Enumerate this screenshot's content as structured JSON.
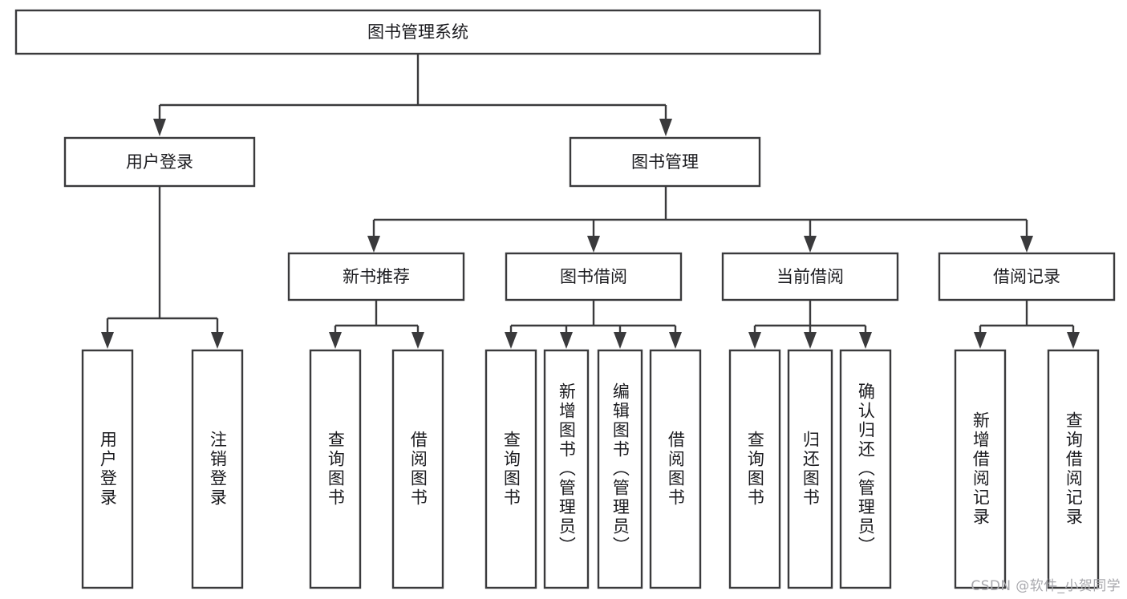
{
  "diagram": {
    "type": "tree",
    "title": "图书管理系统",
    "orientation": "top-down",
    "background_color": "#ffffff",
    "line_color": "#3a3a3c",
    "text_color": "#1b1b1f",
    "box_fill": "#ffffff"
  },
  "root": {
    "label": "图书管理系统"
  },
  "level1": {
    "user_login": {
      "label": "用户登录"
    },
    "book_manage": {
      "label": "图书管理"
    }
  },
  "level2": {
    "new_book_recommend": {
      "label": "新书推荐"
    },
    "book_borrow": {
      "label": "图书借阅"
    },
    "current_borrow": {
      "label": "当前借阅"
    },
    "borrow_record": {
      "label": "借阅记录"
    }
  },
  "leaves": {
    "user_login": [
      {
        "label": "用户登录"
      },
      {
        "label": "注销登录"
      }
    ],
    "new_book_recommend": [
      {
        "label": "查询图书"
      },
      {
        "label": "借阅图书"
      }
    ],
    "book_borrow": [
      {
        "label": "查询图书"
      },
      {
        "label": "新增图书（管理员）"
      },
      {
        "label": "编辑图书（管理员）"
      },
      {
        "label": "借阅图书"
      }
    ],
    "current_borrow": [
      {
        "label": "查询图书"
      },
      {
        "label": "归还图书"
      },
      {
        "label": "确认归还（管理员）"
      }
    ],
    "borrow_record": [
      {
        "label": "新增借阅记录"
      },
      {
        "label": "查询借阅记录"
      }
    ]
  },
  "watermark": {
    "text": "CSDN @软件_小贺同学"
  }
}
